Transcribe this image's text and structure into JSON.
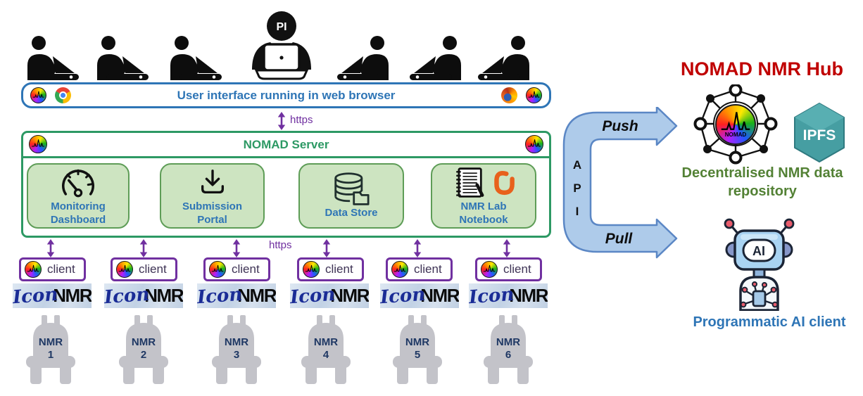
{
  "users": {
    "pi_badge": "PI"
  },
  "ui_bar": {
    "title": "User interface running in web browser"
  },
  "links": {
    "https_top": "https",
    "https_bottom": "https"
  },
  "server": {
    "title": "NOMAD Server",
    "modules": [
      {
        "icon": "gauge-icon",
        "line1": "Monitoring",
        "line2": "Dashboard"
      },
      {
        "icon": "download-icon",
        "line1": "Submission",
        "line2": "Portal"
      },
      {
        "icon": "database-icon",
        "line1": "Data Store",
        "line2": ""
      },
      {
        "icon": "notebook-icon",
        "line1": "NMR Lab",
        "line2": "Notebook"
      }
    ]
  },
  "client": {
    "label": "client"
  },
  "iconnmr": {
    "prefix": "Icon",
    "suffix": "NMR"
  },
  "instruments": [
    {
      "name": "NMR",
      "number": "1"
    },
    {
      "name": "NMR",
      "number": "2"
    },
    {
      "name": "NMR",
      "number": "3"
    },
    {
      "name": "NMR",
      "number": "4"
    },
    {
      "name": "NMR",
      "number": "5"
    },
    {
      "name": "NMR",
      "number": "6"
    }
  ],
  "api": {
    "letters": [
      "A",
      "P",
      "I"
    ],
    "push": "Push",
    "pull": "Pull"
  },
  "hub": {
    "title": "NOMAD NMR Hub",
    "nomad_logo_text": "NOMAD",
    "ipfs_label": "IPFS",
    "repository_line1": "Decentralised NMR data",
    "repository_line2": "repository",
    "robot_screen": "AI",
    "ai_client_label": "Programmatic AI client"
  },
  "colors": {
    "ui_blue": "#2E75B6",
    "server_green": "#2D9964",
    "module_fill": "#CDE4C1",
    "module_border": "#5E9D57",
    "purple": "#7030A0",
    "hub_red": "#C00000",
    "repo_green": "#538135",
    "api_arrow_fill": "#AECBEA",
    "api_arrow_stroke": "#5B87C5",
    "ipfs_teal": "#469EA2",
    "instrument_navy": "#1F3864",
    "instrument_gray": "#C3C3C9"
  }
}
